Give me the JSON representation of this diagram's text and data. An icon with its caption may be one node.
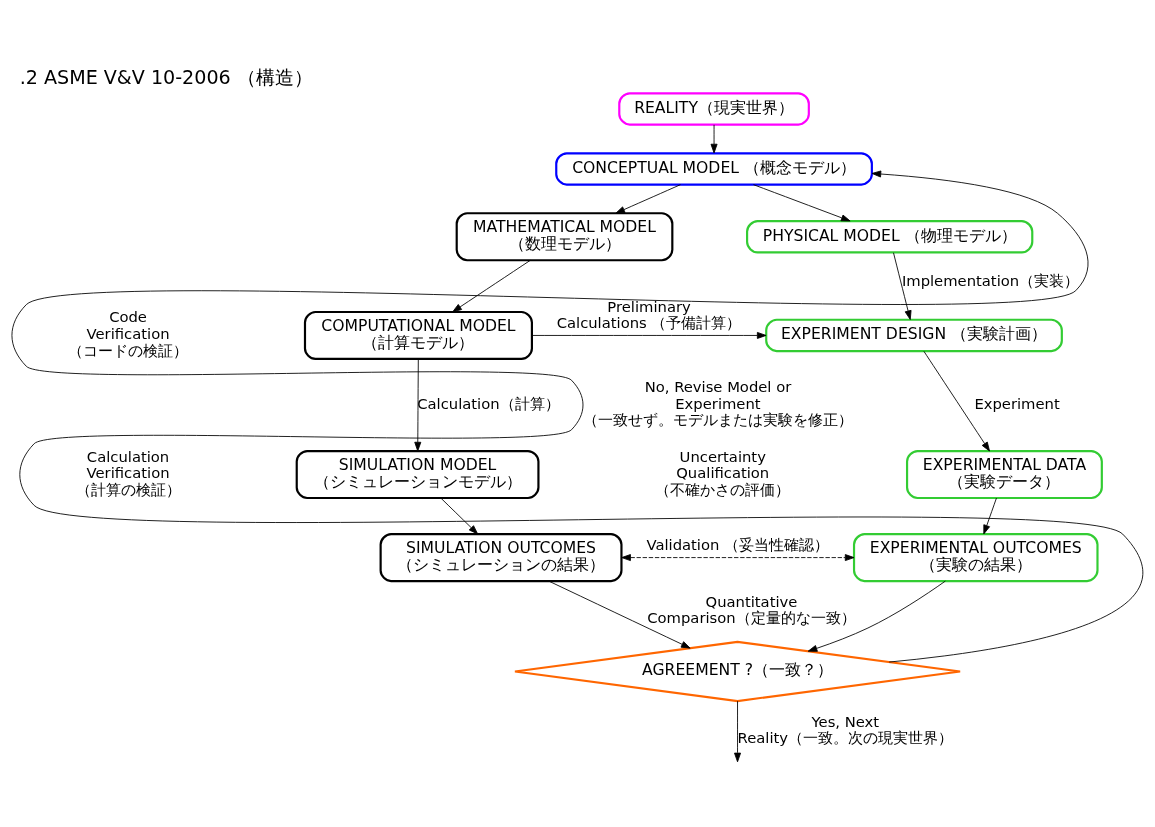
{
  "diagram": {
    "title": ".2 ASME V&V 10-2006 （構造）",
    "nodes": [
      {
        "text": [
          "REALITY（現実世界）"
        ]
      },
      {
        "text": [
          "CONCEPTUAL MODEL （概念モデル）"
        ]
      },
      {
        "text": [
          "MATHEMATICAL MODEL （数理モデル）"
        ]
      },
      {
        "text": [
          "PHYSICAL MODEL （物理モデル）"
        ]
      },
      {
        "text": [
          "COMPUTATIONAL MODEL （計算モデル）"
        ]
      },
      {
        "text": [
          "EXPERIMENT DESIGN （実験計画）"
        ]
      },
      {
        "text": [
          "SIMULATION MODEL （シミュレーションモデル）"
        ]
      },
      {
        "text": [
          "EXPERIMENTAL DATA （実験データ）"
        ]
      },
      {
        "text": [
          "SIMULATION OUTCOMES （シミュレーションの結果）"
        ]
      },
      {
        "text": [
          "EXPERIMENTAL OUTCOMES （実験の結果）"
        ]
      },
      {
        "text": [
          "AGREEMENT ?（一致？）"
        ]
      }
    ],
    "edges": [
      {
        "from": 0,
        "to": 1,
        "arrow": "to"
      },
      {
        "from": 1,
        "to": 2,
        "arrow": "to"
      },
      {
        "from": 1,
        "to": 3,
        "arrow": "to"
      },
      {
        "from": 2,
        "to": 4,
        "arrow": "to"
      },
      {
        "from": 3,
        "to": 5,
        "arrow": "to",
        "label": "Implementation（実装）"
      },
      {
        "from": 4,
        "to": 5,
        "arrow": "to",
        "label": "Preliminary Calculations （予備計算）"
      },
      {
        "from": 4,
        "to": 6,
        "arrow": "to",
        "label": "Calculation（計算）"
      },
      {
        "from": 5,
        "to": 7,
        "arrow": "to",
        "label": "Experiment"
      },
      {
        "from": 6,
        "to": 8,
        "arrow": "to"
      },
      {
        "from": 7,
        "to": 9,
        "arrow": "to"
      },
      {
        "from": 8,
        "to": 9,
        "arrow": "both",
        "style": "dashed",
        "label": "Validation （妥当性確認）"
      },
      {
        "from": 8,
        "to": 10,
        "arrow": "to",
        "label": "Quantitative Comparison（定量的な一致）"
      },
      {
        "from": 9,
        "to": 10,
        "arrow": "to"
      },
      {
        "from": 10,
        "to": 1,
        "arrow": "to",
        "label": "No, Revise Model or Experiment （一致せず。モデルまたは実験を修正）"
      },
      {
        "from": 10,
        "to": null,
        "arrow": "to",
        "label": "Yes, Next Reality（一致。次の現実世界）"
      }
    ],
    "labels": [
      "Code Verification （コードの検証）",
      "Calculation Verification （計算の検証）",
      "Uncertainty Qualification （不確かさの評価）"
    ]
  }
}
